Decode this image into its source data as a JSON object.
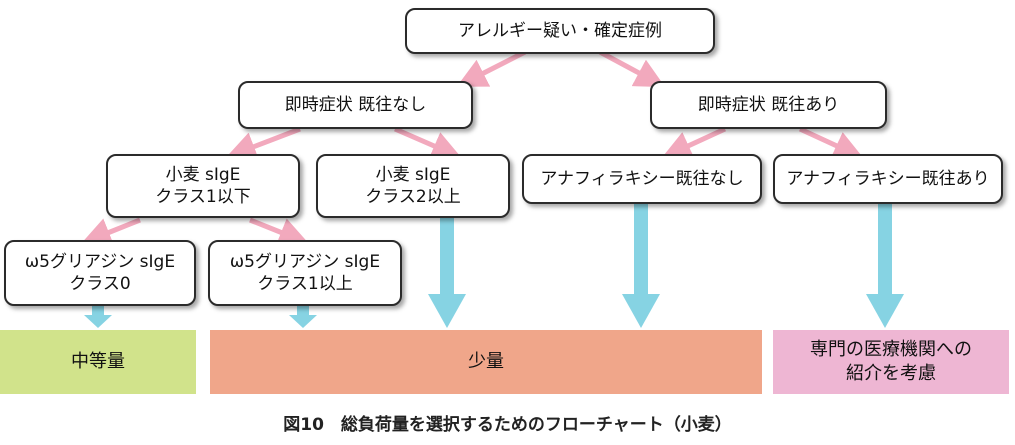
{
  "colors": {
    "pink_arrow": "#f2a9bd",
    "blue_arrow": "#86d3e3",
    "outcome_moderate": "#d1e38b",
    "outcome_small": "#f0a68a",
    "outcome_referral": "#eeb6d3"
  },
  "nodes": {
    "root": "アレルギー疑い・確定症例",
    "no_history": "即時症状 既往なし",
    "with_history": "即時症状 既往あり",
    "wheat_class1_below": "小麦 sIgE\nクラス1以下",
    "wheat_class2_above": "小麦 sIgE\nクラス2以上",
    "no_anaphylaxis": "アナフィラキシー既往なし",
    "with_anaphylaxis": "アナフィラキシー既往あり",
    "omega5_class0": "ω5グリアジン sIgE\nクラス0",
    "omega5_class1_above": "ω5グリアジン sIgE\nクラス1以上"
  },
  "outcomes": {
    "moderate": "中等量",
    "small": "少量",
    "referral": "専門の医療機関への\n紹介を考慮"
  },
  "caption": "図10　総負荷量を選択するためのフローチャート（小麦）"
}
